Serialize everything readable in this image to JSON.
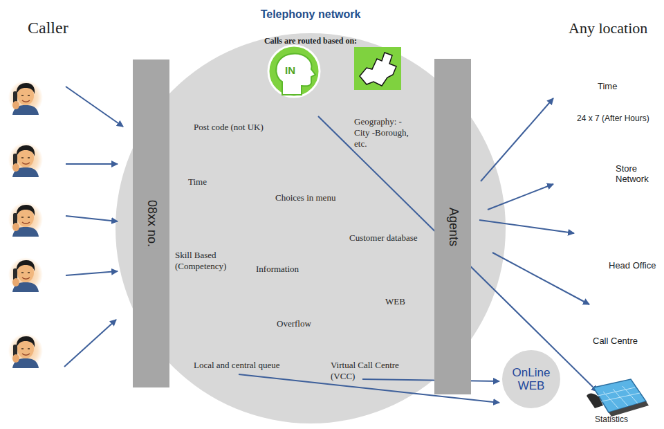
{
  "diagram": {
    "nodes": [
      {
        "text": [
          "Telephony network",
          "Calls are routed based on:"
        ]
      },
      {
        "text": [
          "08xx no."
        ]
      },
      {
        "text": [
          "Agents"
        ]
      },
      {
        "text": [
          "OnLine WEB"
        ]
      }
    ],
    "labels": [
      "Caller",
      "Any location",
      "IN",
      "Post code (not UK)",
      "Geography: -City -Borough, etc.",
      "Time",
      "Choices in menu",
      "Customer database",
      "Skill Based (Competency)",
      "Information",
      "WEB",
      "Overflow",
      "Local and central queue",
      "Virtual Call Centre (VCC)",
      "Time",
      "24 x 7 (After Hours)",
      "Store Network",
      "Head Office",
      "Call Centre",
      "Statistics"
    ]
  }
}
